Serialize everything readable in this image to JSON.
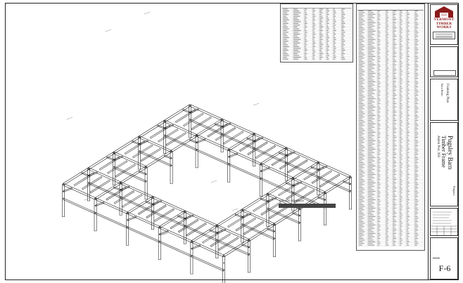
{
  "title_block": {
    "company_line1": "VERMONT",
    "company_line2": "TIMBER",
    "company_line3": "WORKS",
    "project_label": "Project:",
    "project_name": "Pugsley Barn",
    "project_subtitle": "Timber Frame",
    "project_location": "Alden Pier, NH",
    "sheet_id": "F-6"
  },
  "log_schedule": {
    "title": "LOG ROD SCHEDULE"
  }
}
